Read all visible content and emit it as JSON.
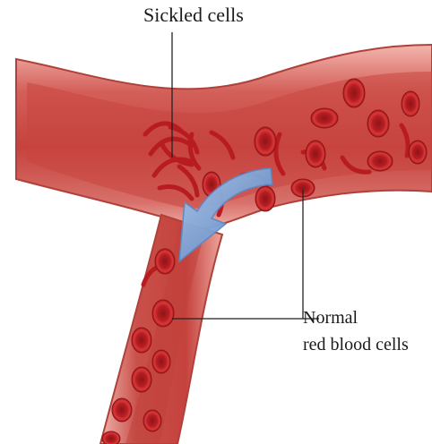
{
  "labels": {
    "sickled": "Sickled cells",
    "normal_line1": "Normal",
    "normal_line2": "red blood cells"
  },
  "colors": {
    "vessel_wall": "#e8a39a",
    "vessel_inner": "#c14a43",
    "blood_cell": "#c5282a",
    "arrow": "#6f9fd6"
  },
  "icons": {
    "flow_arrow": "curved-arrow-icon"
  }
}
